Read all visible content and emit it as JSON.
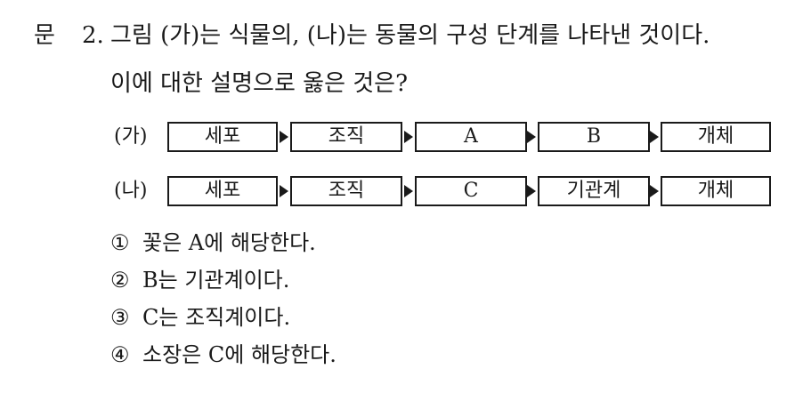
{
  "question": {
    "label": "문",
    "number": "2.",
    "stem_line1": "그림 (가)는 식물의, (나)는 동물의 구성 단계를 나타낸 것이다.",
    "stem_line2": "이에 대한 설명으로 옳은 것은?"
  },
  "diagram": {
    "plant": {
      "label": "(가)",
      "steps": [
        "세포",
        "조직",
        "A",
        "B",
        "개체"
      ]
    },
    "animal": {
      "label": "(나)",
      "steps": [
        "세포",
        "조직",
        "C",
        "기관계",
        "개체"
      ]
    },
    "arrow_icon": "right-arrow"
  },
  "options": [
    {
      "num": "①",
      "text": "꽃은 A에 해당한다."
    },
    {
      "num": "②",
      "text": "B는 기관계이다."
    },
    {
      "num": "③",
      "text": "C는 조직계이다."
    },
    {
      "num": "④",
      "text": "소장은 C에 해당한다."
    }
  ]
}
